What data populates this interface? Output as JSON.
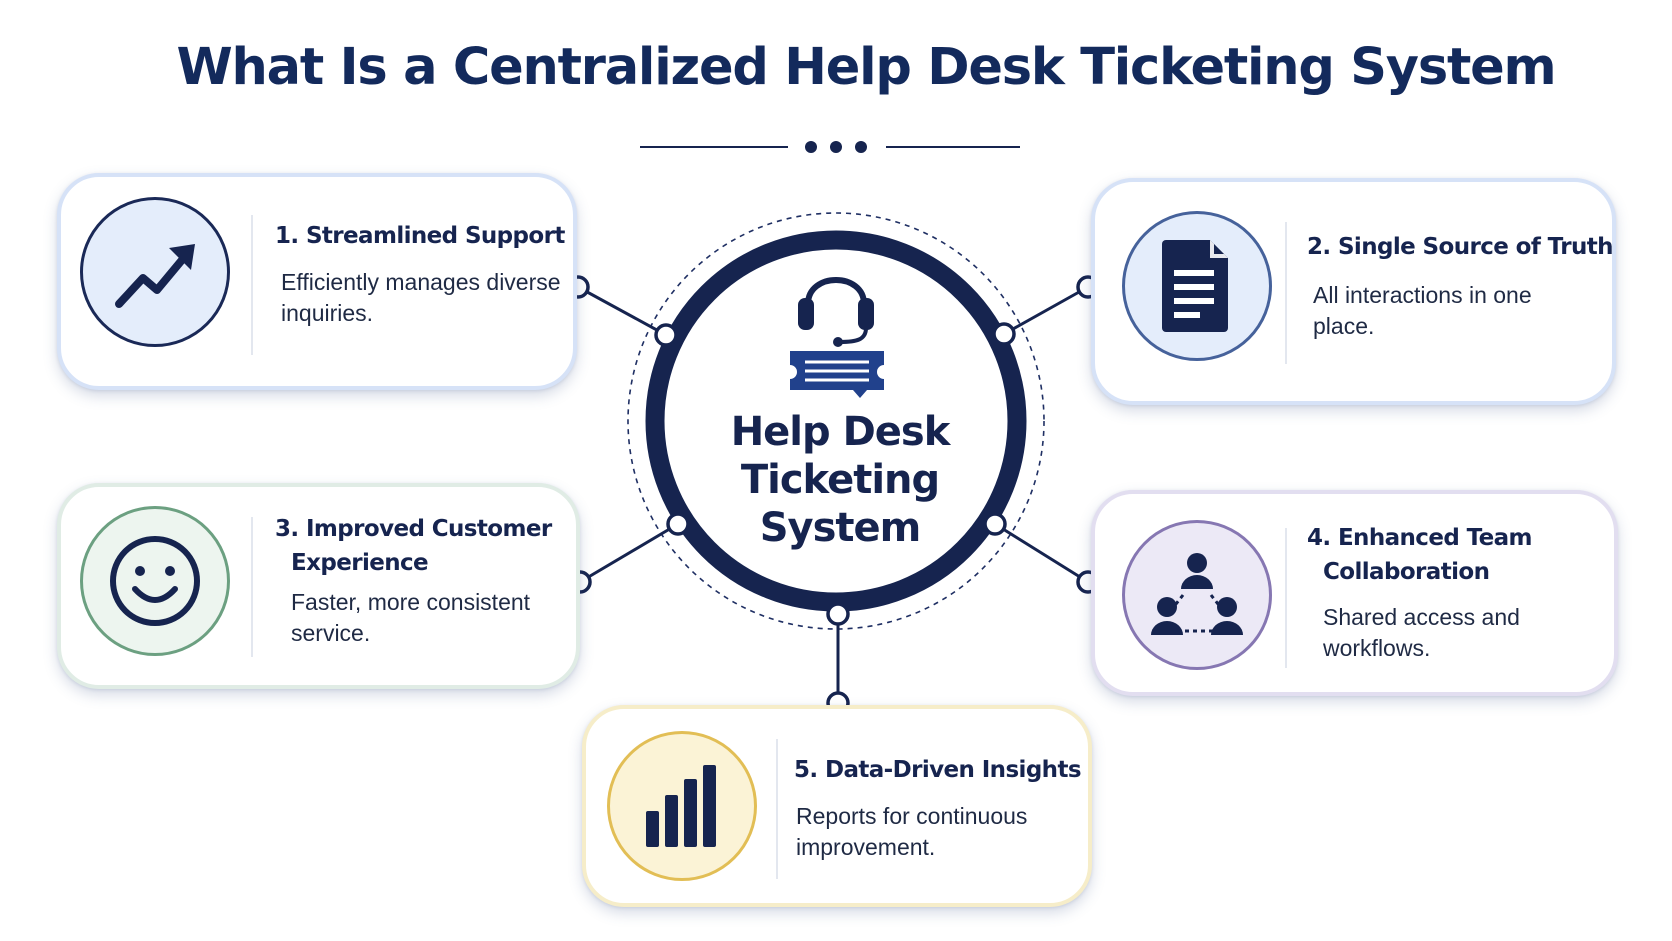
{
  "title": "What Is a Centralized Help Desk Ticketing System",
  "hub": {
    "label": "Help Desk Ticketing System",
    "icon": "headset-ticket-icon"
  },
  "colors": {
    "navy": "#16244f",
    "blue_tint": "#e4edfb",
    "green_tint": "#edf5ef",
    "purple_tint": "#ece9f6",
    "yellow_tint": "#fbf3d6"
  },
  "cards": [
    {
      "title": "1. Streamlined Support",
      "description": "Efficiently manages diverse inquiries.",
      "icon": "trend-up-icon"
    },
    {
      "title": "2. Single Source of Truth",
      "description": "All interactions in one place.",
      "icon": "document-icon"
    },
    {
      "title": "3. Improved Customer Experience",
      "description": "Faster, more consistent service.",
      "icon": "smiley-icon"
    },
    {
      "title": "4. Enhanced Team Collaboration",
      "description": "Shared access and workflows.",
      "icon": "team-icon"
    },
    {
      "title": "5. Data-Driven Insights",
      "description": "Reports for continuous improvement.",
      "icon": "bar-chart-icon"
    }
  ]
}
